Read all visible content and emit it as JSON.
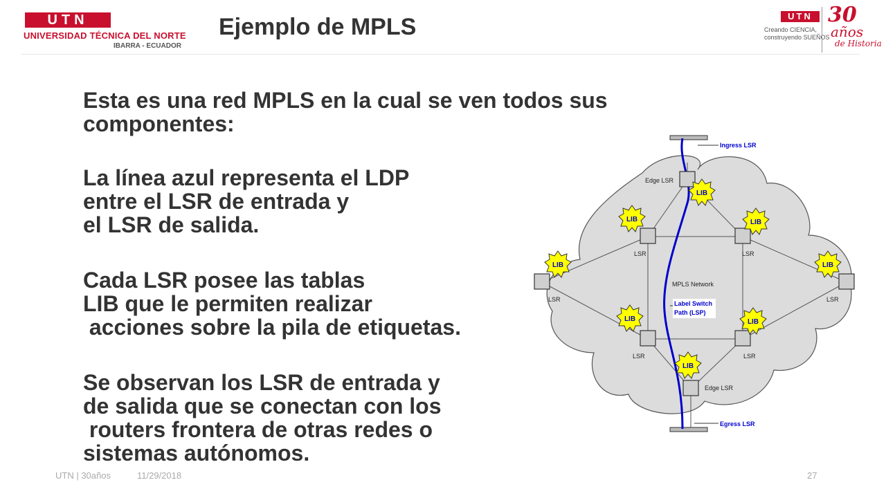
{
  "header": {
    "logo_left": {
      "mark": "UTN",
      "university": "UNIVERSIDAD TÉCNICA DEL NORTE",
      "city": "IBARRA - ECUADOR"
    },
    "title": "Ejemplo de MPLS",
    "logo_right": {
      "mark": "UTN",
      "slogan_1": "Creando CIENCIA,",
      "slogan_2": "construyendo SUEÑOS",
      "number": "30",
      "word": "años",
      "sub": "de Historia"
    }
  },
  "body_text": [
    "Esta es una red MPLS en la cual se ven todos sus",
    "componentes:",
    "La línea azul representa el LDP",
    "entre el LSR de entrada y",
    "el LSR de salida.",
    "Cada LSR posee las tablas",
    "LIB que le permiten realizar",
    " acciones sobre la pila de etiquetas.",
    "Se observan los LSR de entrada y",
    "de salida que se conectan con los",
    " routers frontera de otras redes o",
    "sistemas autónomos."
  ],
  "diagram": {
    "ingress_label": "Ingress LSR",
    "egress_label": "Egress LSR",
    "edge_lsr": "Edge LSR",
    "lsr": "LSR",
    "lib": "LIB",
    "network": "MPLS Network",
    "path_line1": "Label Switch",
    "path_line2": "Path (LSP)",
    "colors": {
      "path": "#0000cc",
      "lib_fill": "#ffff00",
      "cloud": "#dcdcdc",
      "label_text": "#0000cc"
    }
  },
  "footer": {
    "brand": "UTN | 30años",
    "date": "11/29/2018",
    "page": "27"
  }
}
